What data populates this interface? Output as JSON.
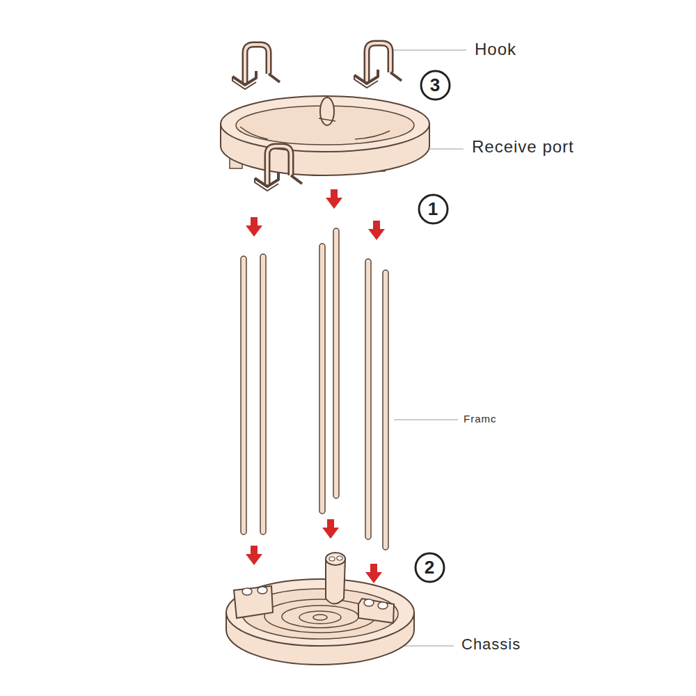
{
  "diagram": {
    "nodes": [
      {
        "text": [
          "3"
        ]
      },
      {
        "text": [
          "1"
        ]
      },
      {
        "text": [
          "2"
        ]
      }
    ],
    "labels": [
      "Hook",
      "Receive port",
      "Framc",
      "Chassis"
    ]
  }
}
